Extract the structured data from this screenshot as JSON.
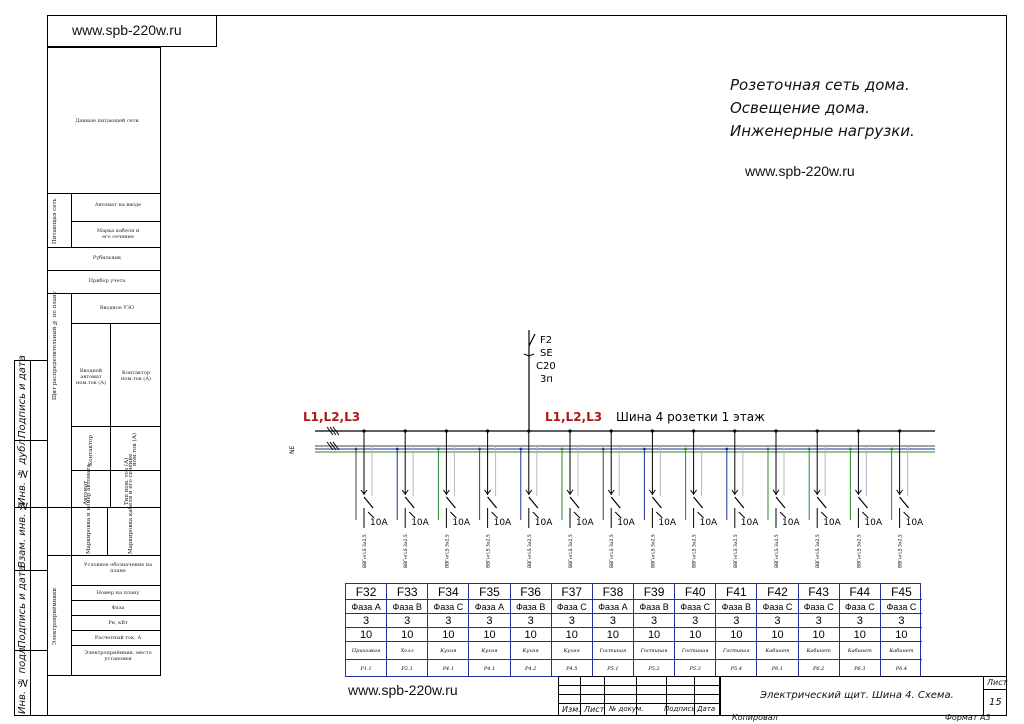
{
  "site_url": "www.spb-220w.ru",
  "heading": {
    "line1": "Розеточная сеть дома.",
    "line2": "Освещение дома.",
    "line3": "Инженерные нагрузки."
  },
  "left_panel": {
    "network_data": "Данные питающей сети",
    "feed_group": "Питающая сеть",
    "input_breaker": "Автомат на вводе",
    "cable_brand": "Марка кабеля и его сечение",
    "switch": "Рубильник",
    "meter": "Прибор учета",
    "input_rcd": "Вводное УЗО",
    "panel_group": "Щит распределительный № по плану",
    "input_breaker_rated": "Вводной автомат ном.ток (А)",
    "contactor_rated": "Контактор ном.ток (А)",
    "contactor": "Контактор",
    "contactor_rated_short": "ном.ток (А)",
    "breaker_type": "Автомат",
    "breaker_type_rated": "Тип ном. ток (А)",
    "marking": "Маркировка и номер автомата",
    "cable_marking": "Маркировка кабеля и его сечение",
    "consumers": "Электроприёмники",
    "symbol_on_plan": "Условное обозначение на плане",
    "plan_number": "Номер на плану",
    "phase": "Фаза",
    "power": "Pн, кВт",
    "calc_current": "Расчетный ток, А",
    "consumer_place": "Электроприёмник, место установки"
  },
  "side_stamp": {
    "field1": "Подпись и дата",
    "field2": "Инв. № дубл.",
    "field3": "Взам. инв. №",
    "field4": "Подпись и дата",
    "field5": "Инв. № подл."
  },
  "diagram": {
    "bus_label_left": "L1,L2,L3",
    "bus_label_mid": "L1,L2,L3",
    "bus_title": "Шина 4  розетки 1 этаж",
    "feeder": {
      "name": "F2",
      "type": "SE",
      "curve": "C20",
      "poles": "3п"
    },
    "ne_label": "NE",
    "rating_label": "10A",
    "cable_label": "ВВГнгLS 3х2,5"
  },
  "table": {
    "rows": [
      {
        "name": "F32",
        "phase": "Фаза A",
        "a": "3",
        "b": "10",
        "place": "Прихожая",
        "code": "Р1.1"
      },
      {
        "name": "F33",
        "phase": "Фаза B",
        "a": "3",
        "b": "10",
        "place": "Холл",
        "code": "Р2.1"
      },
      {
        "name": "F34",
        "phase": "Фаза C",
        "a": "3",
        "b": "10",
        "place": "Кухня",
        "code": "Р4.1"
      },
      {
        "name": "F35",
        "phase": "Фаза A",
        "a": "3",
        "b": "10",
        "place": "Кухня",
        "code": "Р4.1"
      },
      {
        "name": "F36",
        "phase": "Фаза B",
        "a": "3",
        "b": "10",
        "place": "Кухня",
        "code": "Р4.2"
      },
      {
        "name": "F37",
        "phase": "Фаза C",
        "a": "3",
        "b": "10",
        "place": "Кухня",
        "code": "Р4.5"
      },
      {
        "name": "F38",
        "phase": "Фаза A",
        "a": "3",
        "b": "10",
        "place": "Гостиная",
        "code": "Р5.1"
      },
      {
        "name": "F39",
        "phase": "Фаза B",
        "a": "3",
        "b": "10",
        "place": "Гостиная",
        "code": "Р5.2"
      },
      {
        "name": "F40",
        "phase": "Фаза C",
        "a": "3",
        "b": "10",
        "place": "Гостиная",
        "code": "Р5.3"
      },
      {
        "name": "F41",
        "phase": "Фаза B",
        "a": "3",
        "b": "10",
        "place": "Гостиная",
        "code": "Р5.4"
      },
      {
        "name": "F42",
        "phase": "Фаза C",
        "a": "3",
        "b": "10",
        "place": "Кабинет",
        "code": "Р6.1"
      },
      {
        "name": "F43",
        "phase": "Фаза C",
        "a": "3",
        "b": "10",
        "place": "Кабинет",
        "code": "Р6.2"
      },
      {
        "name": "F44",
        "phase": "Фаза C",
        "a": "3",
        "b": "10",
        "place": "Кабинет",
        "code": "Р6.3"
      },
      {
        "name": "F45",
        "phase": "Фаза C",
        "a": "3",
        "b": "10",
        "place": "Кабинет",
        "code": "Р6.4"
      }
    ]
  },
  "title_block": {
    "title": "Электрический щит. Шина 4. Схема.",
    "sheet_label": "Лист",
    "sheet_number": "15",
    "col_change": "Изм.",
    "col_sheet": "Лист",
    "col_doc": "№ докум.",
    "col_sign": "Подпись",
    "col_date": "Дата",
    "copied": "Копировал",
    "format": "Формат А3"
  },
  "colors": {
    "phase_a": "#444444",
    "phase_b": "#1f2f9a",
    "phase_c": "#2a8a2a",
    "label_red": "#b01818",
    "table_line": "#1f2f9a"
  }
}
